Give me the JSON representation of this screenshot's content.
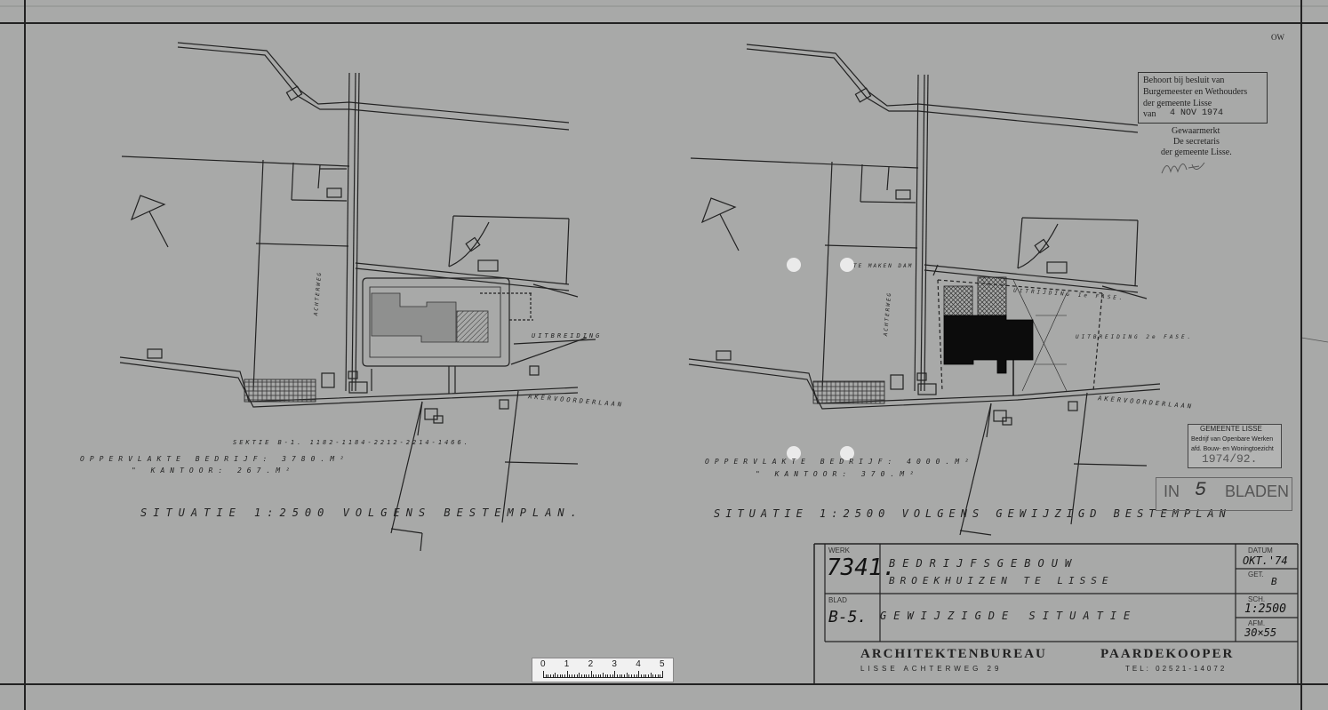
{
  "top_corner_mark": "OW",
  "left_plan": {
    "labels": {
      "road_vertical": "ACHTERWEG",
      "extension": "UITBREIDING",
      "road": "AKERVOORDERLAAN"
    },
    "sectie": "SEKTIE B-1. 1182-1184-2212-2214-1466.",
    "area_bedrijf": "OPPERVLAKTE BEDRIJF: 3780.M²",
    "area_kantoor": "\"     KANTOOR: 267.M²",
    "title": "SITUATIE 1:2500 VOLGENS BESTEMPLAN."
  },
  "right_plan": {
    "labels": {
      "dam": "TE MAKEN DAM",
      "exit": "UITRIJDING 1e FASE.",
      "extension": "UITBREIDING 2e FASE.",
      "road_vertical": "ACHTERWEG",
      "road": "AKERVOORDERLAAN"
    },
    "area_bedrijf": "OPPERVLAKTE BEDRIJF: 4000.M²",
    "area_kantoor": "\"     KANTOOR: 370.M²",
    "title": "SITUATIE 1:2500 VOLGENS GEWIJZIGD BESTEMPLAN"
  },
  "approval_stamp": {
    "line1": "Behoort bij besluit van",
    "line2": "Burgemeester en Wethouders",
    "line3": "der gemeente Lisse",
    "line4_prefix": "van",
    "date": "4 NOV 1974",
    "line5": "Gewaarmerkt",
    "line6": "De secretaris",
    "line7": "der gemeente Lisse."
  },
  "municipal_stamp": {
    "title": "GEMEENTE LISSE",
    "line1": "Bedrijf van Openbare Werken",
    "line2": "afd. Bouw- en Woningtoezicht",
    "number": "1974/92."
  },
  "in_bladen_stamp": {
    "in": "IN",
    "number": "5",
    "bladen": "BLADEN"
  },
  "title_block": {
    "werk_label": "WERK",
    "werk_number": "7341.",
    "project_line1": "BEDRIJFSGEBOUW",
    "project_line2": "BROEKHUIZEN TE LISSE",
    "datum_label": "DATUM",
    "datum_value": "OKT.'74",
    "get_label": "GET.",
    "get_value": "B",
    "blad_label": "BLAD",
    "blad_value": "B-5.",
    "sheet_title": "GEWIJZIGDE SITUATIE",
    "sch_label": "SCH.",
    "sch_value": "1:2500",
    "afm_label": "AFM.",
    "afm_value": "30×55",
    "firm_left": "ARCHITEKTENBUREAU",
    "firm_right": "PAARDEKOOPER",
    "address": "LISSE   ACHTERWEG 29",
    "phone": "TEL: 02521-14072"
  },
  "scale_bar": {
    "ticks": [
      "0",
      "1",
      "2",
      "3",
      "4",
      "5"
    ]
  }
}
